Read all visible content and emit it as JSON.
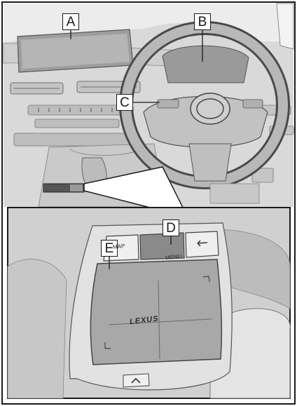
{
  "callouts": {
    "a": "A",
    "b": "B",
    "c": "C",
    "d": "D",
    "e": "E"
  },
  "touchpad": {
    "map_button": "MAP",
    "menu_button": "MENU",
    "logo": "LEXUS"
  },
  "colors": {
    "line": "#1a1a1a",
    "interior": "#d8d8d8",
    "inset": "#cfcfcf",
    "highlight_button": "#8a8a8a",
    "touch_surface": "#a8a8a8"
  }
}
